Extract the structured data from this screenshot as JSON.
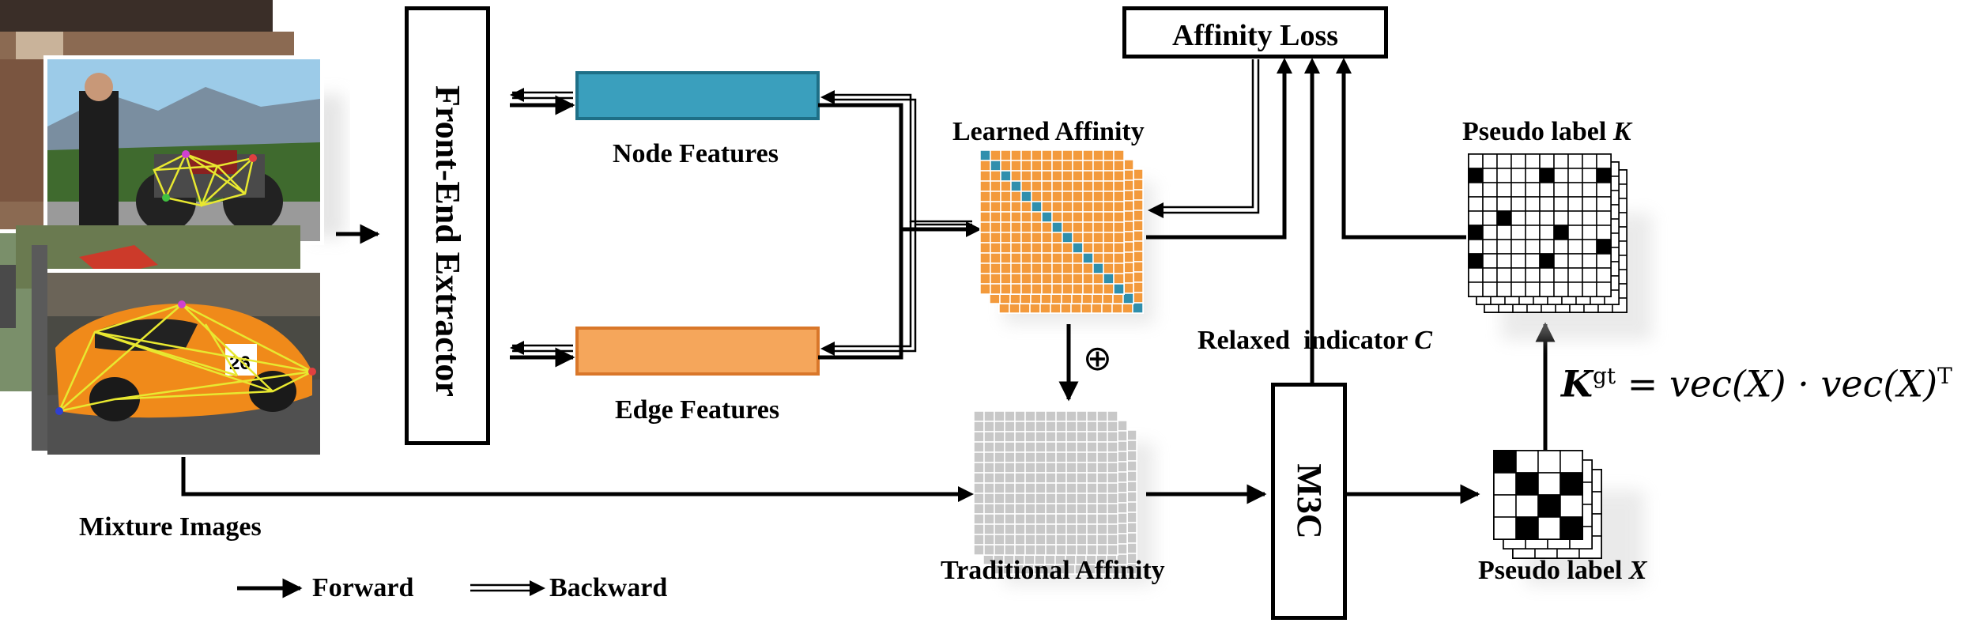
{
  "extractor": {
    "label": "Front-End Extractor"
  },
  "features": {
    "node_label": "Node Features",
    "edge_label": "Edge Features"
  },
  "learned_affinity": {
    "label": "Learned Affinity"
  },
  "traditional_affinity": {
    "label": "Traditional Affinity"
  },
  "plus_symbol": "⊕",
  "affinity_loss": {
    "label": "Affinity Loss"
  },
  "m3c": {
    "label": "M3C"
  },
  "relaxed_indicator": {
    "label": "Relaxed  indicator",
    "symbol": "C"
  },
  "pseudo_label_k": {
    "label": "Pseudo label",
    "symbol": "K"
  },
  "pseudo_label_x": {
    "label": "Pseudo label",
    "symbol": "X"
  },
  "formula": {
    "lhs": "K",
    "sup": "gt",
    "rhs": " = vec(X) · vec(X)",
    "rhs_sup": "T"
  },
  "mixture_images": {
    "label": "Mixture Images"
  },
  "legend": {
    "forward": "Forward",
    "backward": "Backward"
  },
  "colors": {
    "node_fill": "#3a9fbd",
    "node_stroke": "#1e6f87",
    "edge_fill": "#f5a65b",
    "edge_stroke": "#d9772a",
    "learned_cell": "#f39a3c",
    "diag_cell": "#2f8fad",
    "trad_cell": "#c8c8c8"
  }
}
